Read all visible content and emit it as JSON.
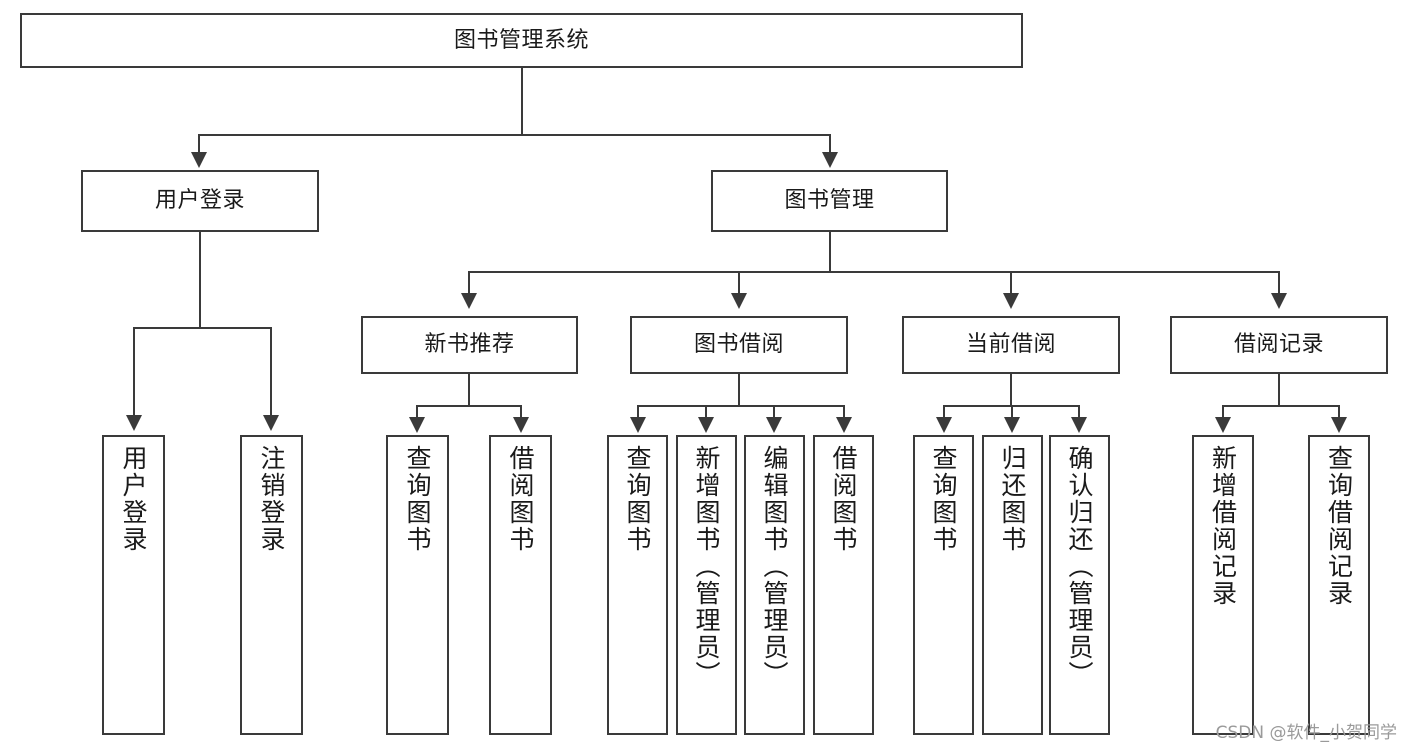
{
  "diagram": {
    "title": "图书管理系统",
    "type": "tree-hierarchy",
    "orientation": "top-down",
    "watermark": "CSDN @软件_小贺同学",
    "colors": {
      "stroke": "#3a3a3a",
      "fill": "#ffffff",
      "text": "#1a1a1a",
      "watermark": "#9a9a9a"
    }
  },
  "nodes": {
    "root": {
      "label": "图书管理系统"
    },
    "level2": [
      {
        "id": "user-login",
        "label": "用户登录"
      },
      {
        "id": "book-manage",
        "label": "图书管理"
      }
    ],
    "level3": [
      {
        "id": "new-book-recommend",
        "label": "新书推荐"
      },
      {
        "id": "book-borrow",
        "label": "图书借阅"
      },
      {
        "id": "current-borrow",
        "label": "当前借阅"
      },
      {
        "id": "borrow-record",
        "label": "借阅记录"
      }
    ],
    "leaves": {
      "user-login": [
        {
          "id": "leaf-user-login",
          "label": "用户登录"
        },
        {
          "id": "leaf-user-logout",
          "label": "注销登录"
        }
      ],
      "new-book-recommend": [
        {
          "id": "leaf-query-book-1",
          "label": "查询图书"
        },
        {
          "id": "leaf-borrow-book-1",
          "label": "借阅图书"
        }
      ],
      "book-borrow": [
        {
          "id": "leaf-query-book-2",
          "label": "查询图书"
        },
        {
          "id": "leaf-add-book",
          "label": "新增图书（管理员）"
        },
        {
          "id": "leaf-edit-book",
          "label": "编辑图书（管理员）"
        },
        {
          "id": "leaf-borrow-book-2",
          "label": "借阅图书"
        }
      ],
      "current-borrow": [
        {
          "id": "leaf-query-book-3",
          "label": "查询图书"
        },
        {
          "id": "leaf-return-book",
          "label": "归还图书"
        },
        {
          "id": "leaf-confirm-return",
          "label": "确认归还（管理员）"
        }
      ],
      "borrow-record": [
        {
          "id": "leaf-add-record",
          "label": "新增借阅记录"
        },
        {
          "id": "leaf-query-record",
          "label": "查询借阅记录"
        }
      ]
    }
  }
}
